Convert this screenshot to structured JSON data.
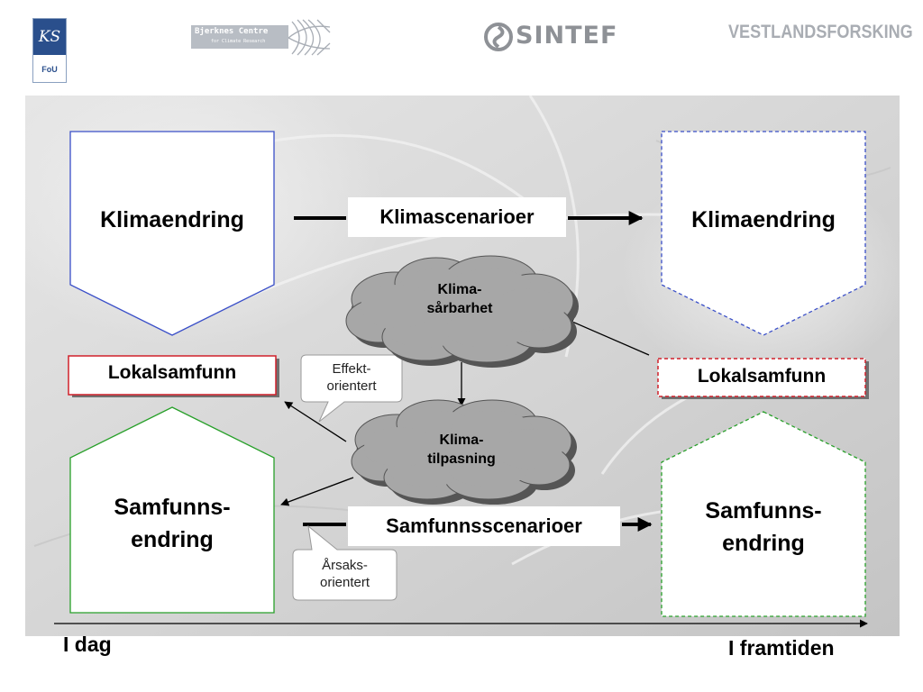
{
  "logos": {
    "ks": {
      "top": "KS",
      "bottom": "FoU"
    },
    "bjerknes": {
      "title": "Bjerknes Centre",
      "subtitle": "for Climate Research"
    },
    "sintef": "SINTEF",
    "vestlandsforsking": "VESTLANDSFORSKING"
  },
  "diagram": {
    "today": {
      "climate_change": "Klimaendring",
      "local_community": "Lokalsamfunn",
      "society_change": [
        "Samfunns-",
        "endring"
      ]
    },
    "future": {
      "climate_change": "Klimaendring",
      "local_community": "Lokalsamfunn",
      "society_change": [
        "Samfunns-",
        "endring"
      ]
    },
    "climate_scenarios": "Klimascenarioer",
    "society_scenarios": "Samfunnsscenarioer",
    "vulnerability_cloud": [
      "Klima-",
      "sårbarhet"
    ],
    "adaptation_cloud": [
      "Klima-",
      "tilpasning"
    ],
    "effect_callout": [
      "Effekt-",
      "orientert"
    ],
    "cause_callout": [
      "Årsaks-",
      "orientert"
    ],
    "axis": {
      "start": "I dag",
      "end": "I framtiden"
    }
  },
  "colors": {
    "climate_border": "#3a4fc8",
    "local_border": "#d0202a",
    "society_border": "#28a02a",
    "cloud_fill": "#a7a7a7",
    "cloud_shadow": "#555555"
  }
}
